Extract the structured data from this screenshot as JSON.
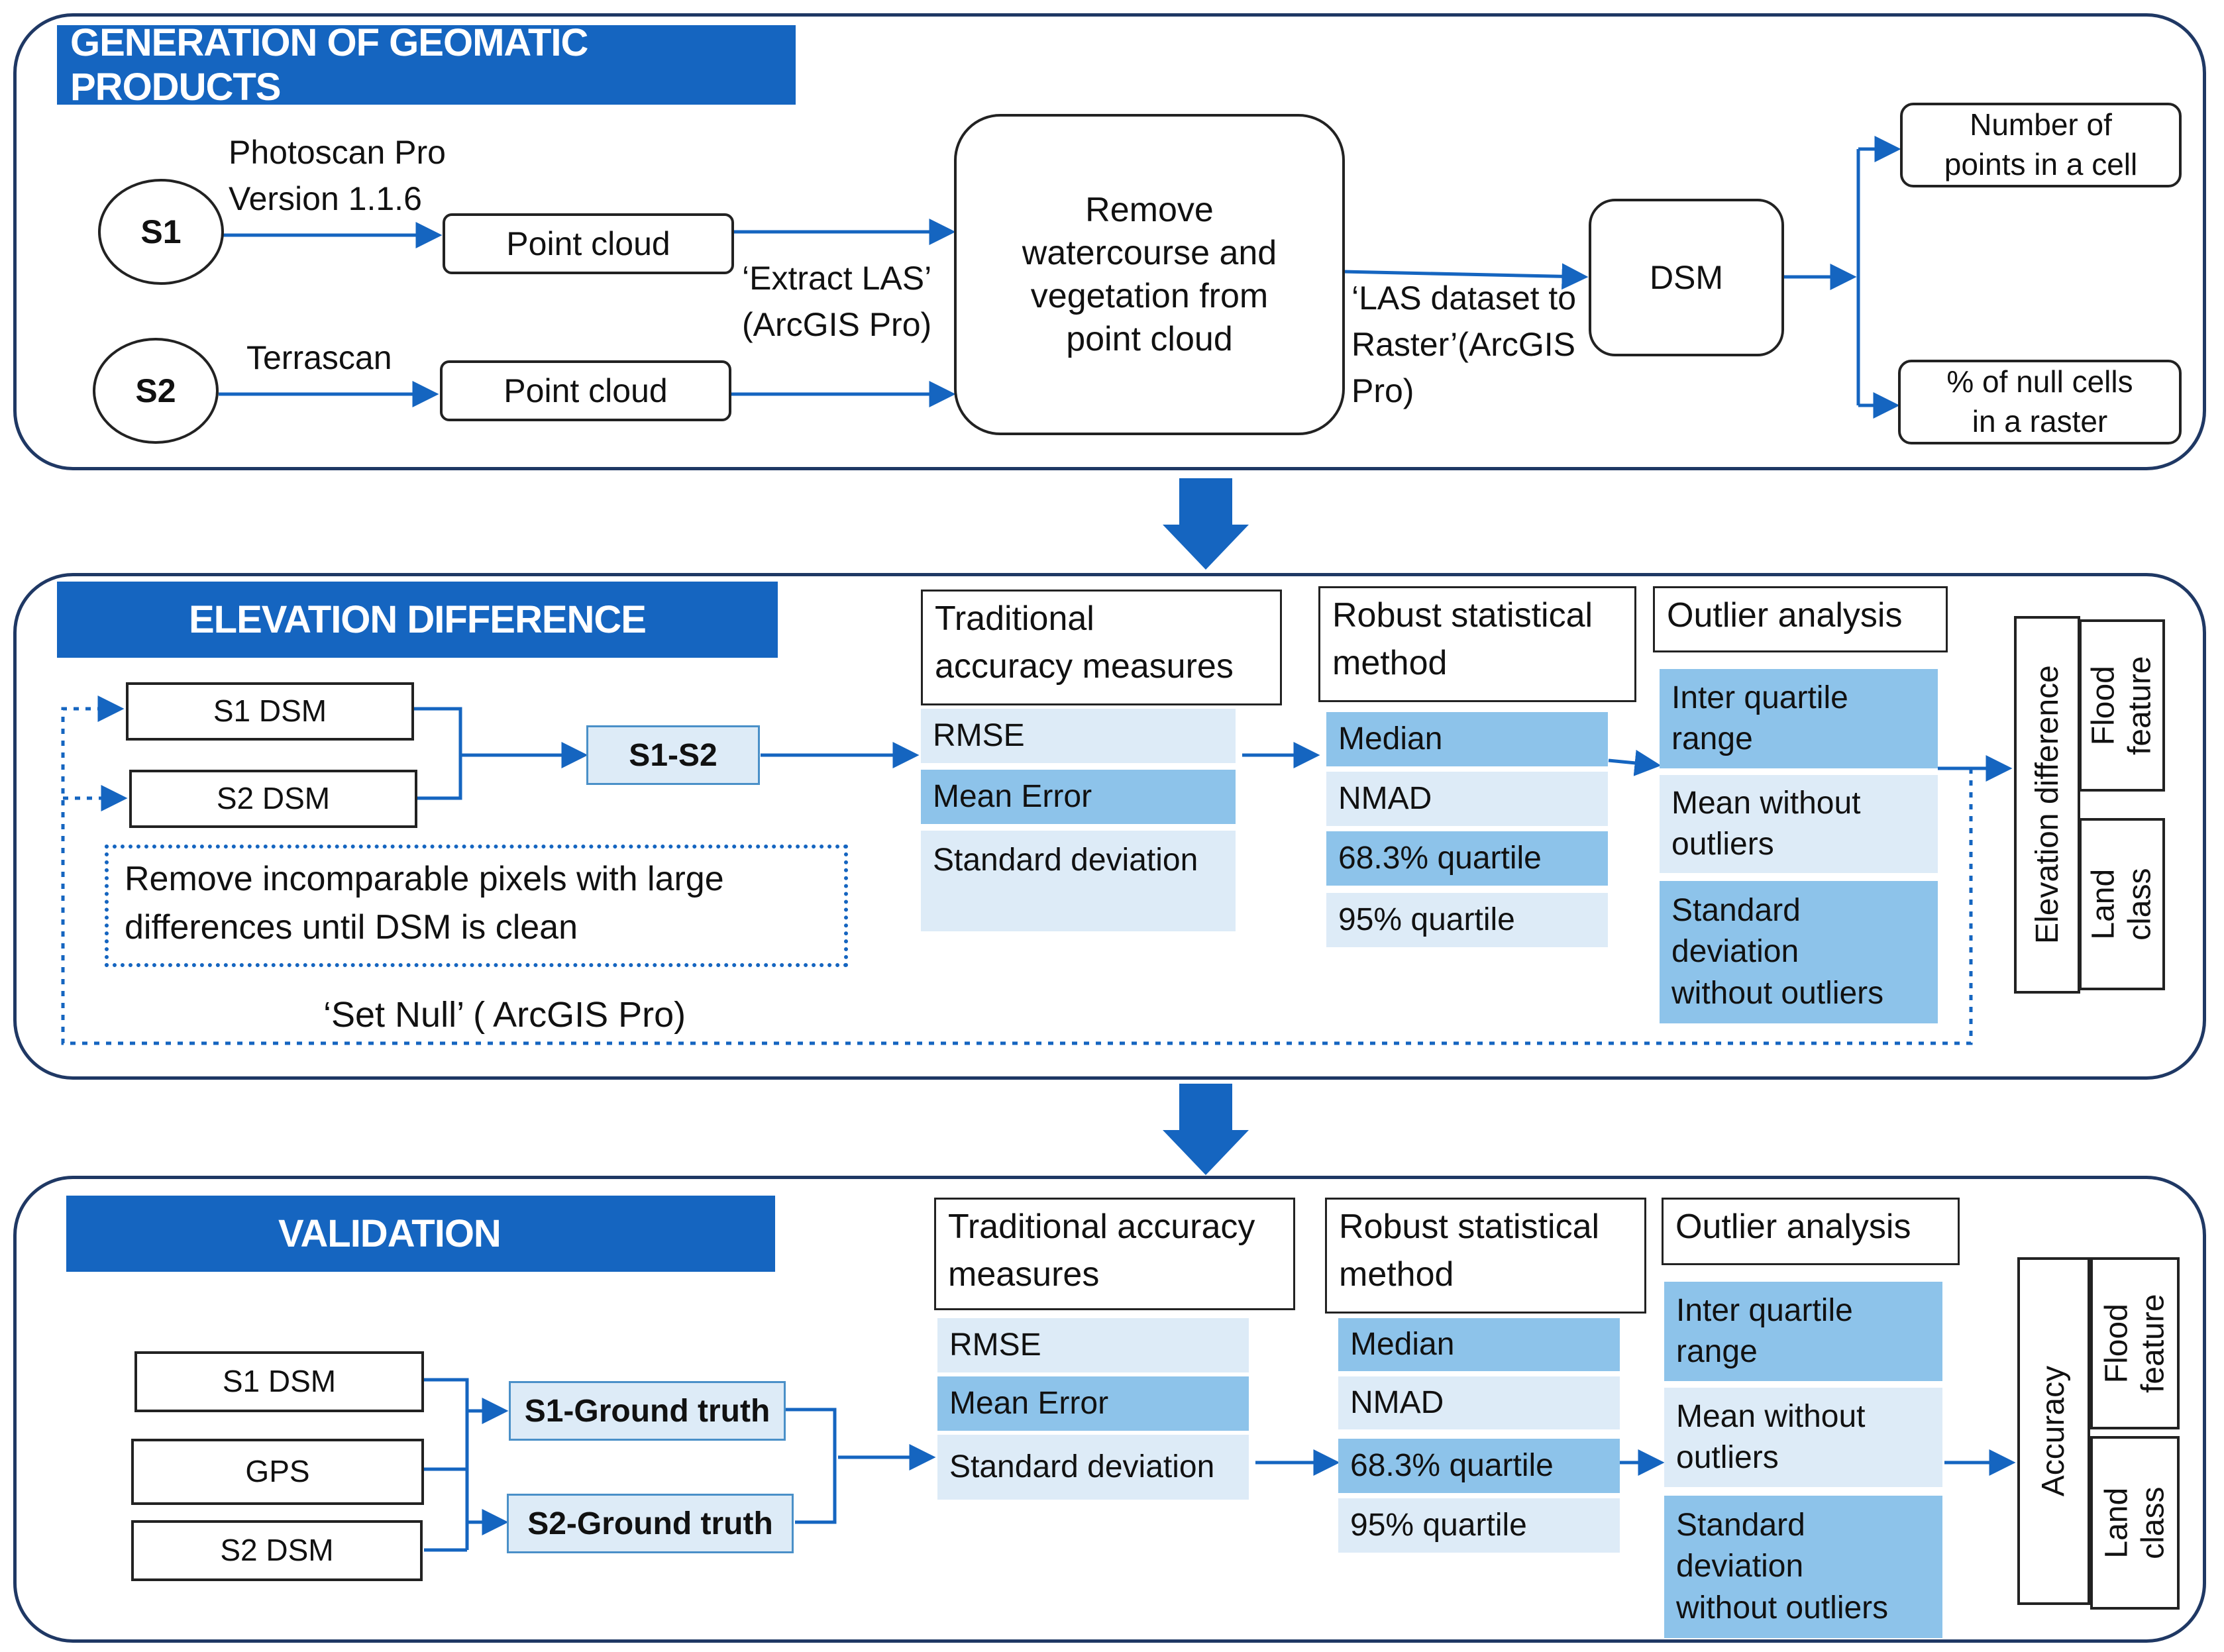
{
  "sections": {
    "generation": "GENERATION OF GEOMATIC PRODUCTS",
    "elevation": "ELEVATION DIFFERENCE",
    "validation": "VALIDATION"
  },
  "generation": {
    "s1": "S1",
    "s2": "S2",
    "s1_software_line1": "Photoscan Pro",
    "s1_software_line2": "Version 1.1.6",
    "s2_software": "Terrascan",
    "point_cloud": "Point cloud",
    "extract_line1": "‘Extract LAS’",
    "extract_line2": "(ArcGIS Pro)",
    "remove_line1": "Remove",
    "remove_line2": "watercourse and",
    "remove_line3": "vegetation from",
    "remove_line4": "point cloud",
    "las_line1": "‘LAS dataset to",
    "las_line2": "Raster’(ArcGIS",
    "las_line3": "Pro)",
    "dsm": "DSM",
    "out1_line1": "Number of",
    "out1_line2": "points in a cell",
    "out2_line1": "% of null cells",
    "out2_line2": "in a raster"
  },
  "elevation": {
    "s1_dsm": "S1 DSM",
    "s2_dsm": "S2 DSM",
    "diff": "S1-S2",
    "remove_line1": "Remove incomparable pixels with large",
    "remove_line2": "differences until DSM is clean",
    "set_null": "‘Set Null’ ( ArcGIS Pro)",
    "trad_line1": "Traditional",
    "trad_line2": "accuracy measures",
    "robust_line1": "Robust statistical",
    "robust_line2": "method",
    "outlier_head": "Outlier analysis",
    "result": "Elevation difference"
  },
  "validation": {
    "s1_dsm": "S1 DSM",
    "gps": "GPS",
    "s2_dsm": "S2 DSM",
    "gt1": "S1-Ground truth",
    "gt2": "S2-Ground truth",
    "trad_line1": "Traditional accuracy",
    "trad_line2": "measures",
    "robust_line1": "Robust statistical",
    "robust_line2": "method",
    "outlier_head": "Outlier analysis",
    "result": "Accuracy"
  },
  "measures": {
    "rmse": "RMSE",
    "mean_error": "Mean Error",
    "std_dev": "Standard deviation",
    "median": "Median",
    "nmad": "NMAD",
    "q683": "68.3% quartile",
    "q95": "95% quartile",
    "iqr_line1": "Inter quartile",
    "iqr_line2": "range",
    "mwo_line1": "Mean without",
    "mwo_line2": "outliers",
    "sdwo_line1": "Standard",
    "sdwo_line2": "deviation",
    "sdwo_line3": "without outliers"
  },
  "classes": {
    "flood_line1": "Flood",
    "flood_line2": "feature",
    "land_line1": "Land",
    "land_line2": "class"
  },
  "colors": {
    "banner": "#1565c0",
    "arrow": "#1565c0",
    "light_cell": "#ddebf7",
    "dark_cell": "#8dc3ea",
    "section_border": "#1f3864"
  }
}
